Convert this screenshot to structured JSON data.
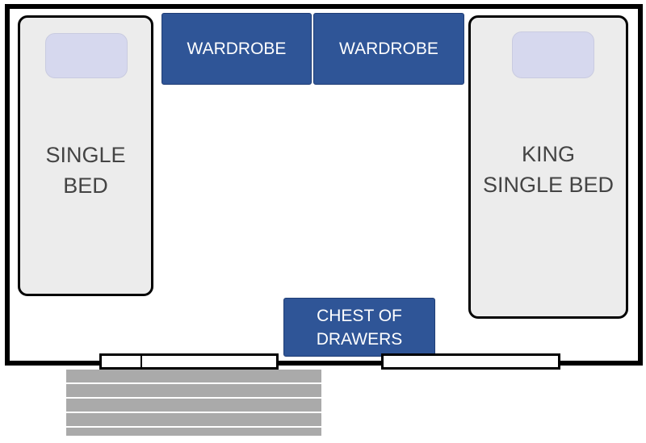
{
  "beds": {
    "single": {
      "line1": "SINGLE",
      "line2": "BED"
    },
    "king": {
      "line1": "KING",
      "line2": "SINGLE BED"
    }
  },
  "wardrobes": [
    {
      "label": "WARDROBE"
    },
    {
      "label": "WARDROBE"
    }
  ],
  "chest": {
    "line1": "CHEST OF",
    "line2": "DRAWERS"
  },
  "colors": {
    "furniture_fill": "#2f5597",
    "bed_fill": "#ececec",
    "pillow_fill": "#d6d8ee",
    "steps_fill": "#aaaaaa",
    "wall": "#000000"
  }
}
